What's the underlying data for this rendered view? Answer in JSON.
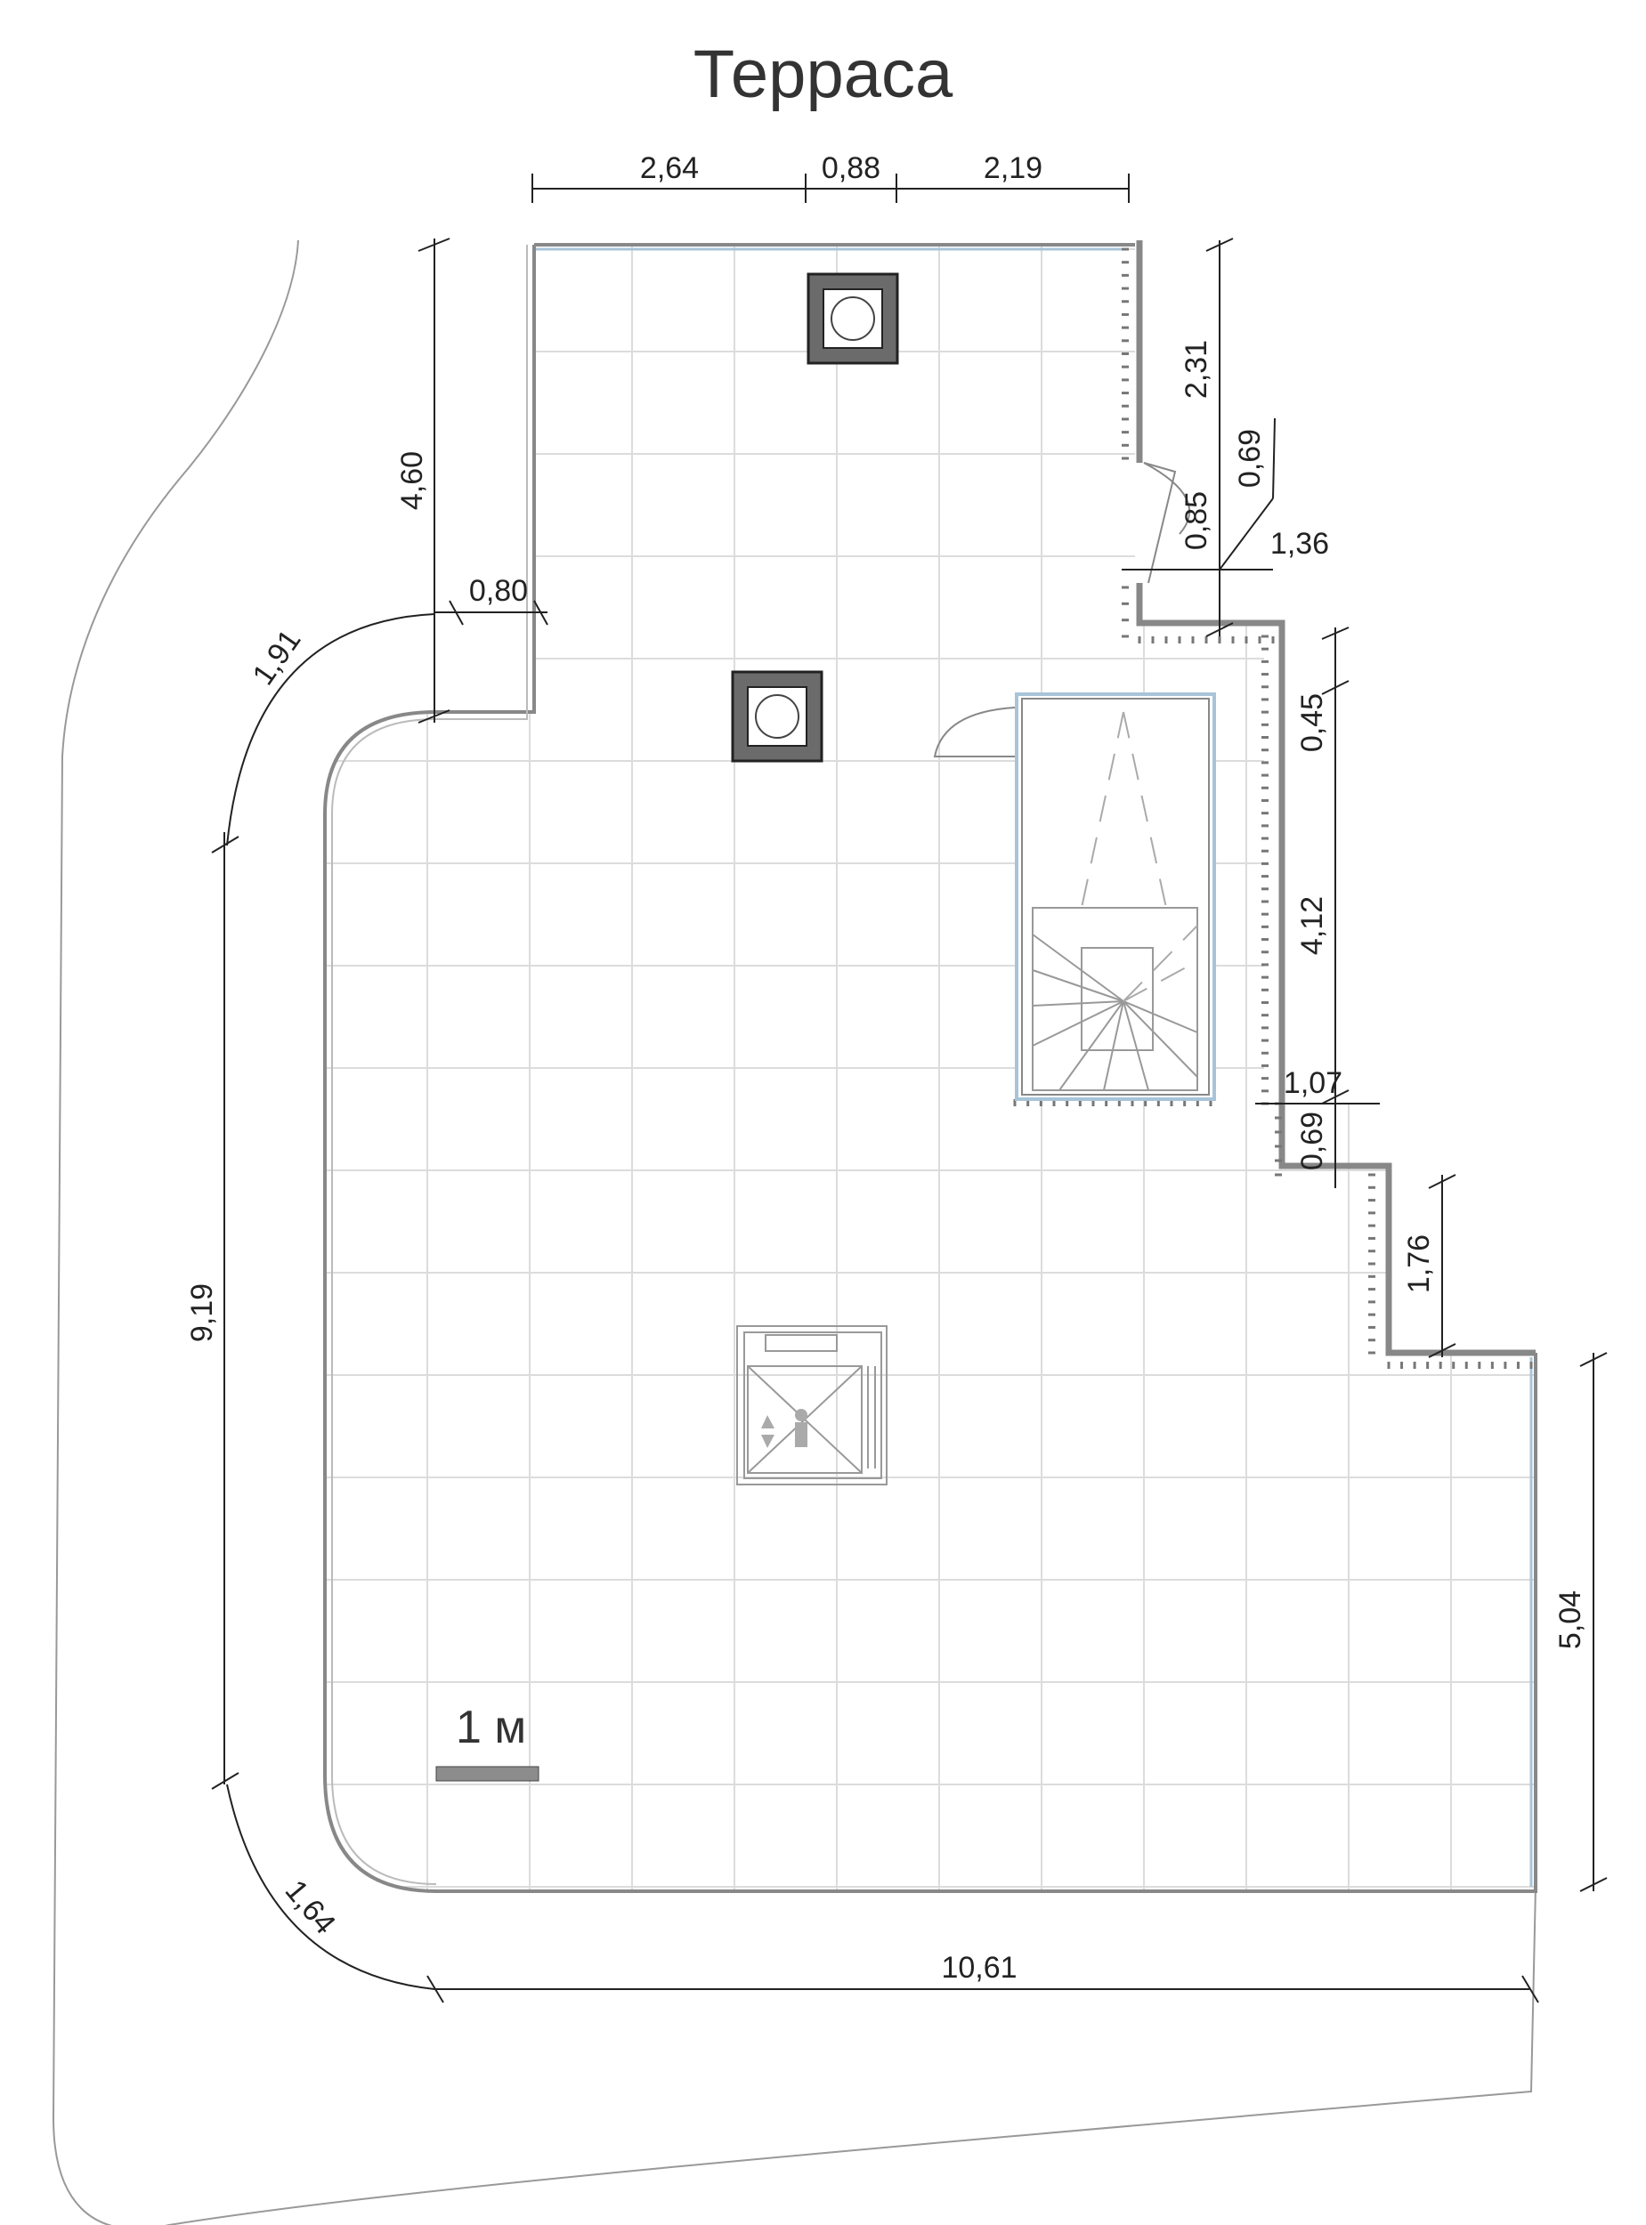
{
  "title": "Терраса",
  "scale_label": "1 м",
  "dimensions": {
    "top_a": "2,64",
    "top_b": "0,88",
    "top_c": "2,19",
    "left_upper": "4,60",
    "left_notch": "0,80",
    "arc_upper": "1,91",
    "left_main": "9,19",
    "arc_lower": "1,64",
    "bottom": "10,61",
    "right_upper": "2,31",
    "diag": "0,69",
    "door": "0,85",
    "step_upper": "1,36",
    "right_mid_a": "0,45",
    "right_mid_b": "4,12",
    "step_mid": "1,07",
    "step_mid_h": "0,69",
    "right_lower_a": "1,76",
    "right_lower_b": "5,04"
  },
  "colors": {
    "wall": "#888888",
    "grid": "#dcdcdc",
    "glazing": "#a8c4d8",
    "column": "#6b6b6b",
    "scale_bar": "#8c8c8c"
  }
}
